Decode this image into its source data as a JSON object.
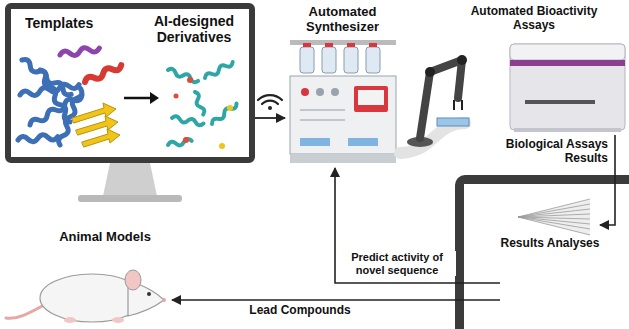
{
  "diagram": {
    "nodes": [
      {
        "text": [
          "Templates",
          "AI-designed Derivatives"
        ]
      },
      {
        "text": [
          "Automated Synthesizer"
        ]
      },
      {
        "text": [
          "Automated Bioactivity Assays"
        ]
      },
      {
        "text": [
          "Results Analyses"
        ]
      },
      {
        "text": [
          "Animal Models"
        ]
      }
    ],
    "edges": [
      {
        "from": 0,
        "to": 1,
        "arrow": "to"
      },
      {
        "from": 1,
        "to": 2,
        "arrow": "none"
      },
      {
        "from": 2,
        "to": 3,
        "label": "Biological Assays Results",
        "arrow": "to"
      },
      {
        "from": 3,
        "to": 1,
        "label": "Predict activity of novel sequence",
        "arrow": "to"
      },
      {
        "from": 3,
        "to": 4,
        "label": "Lead Compounds",
        "arrow": "to"
      }
    ]
  }
}
